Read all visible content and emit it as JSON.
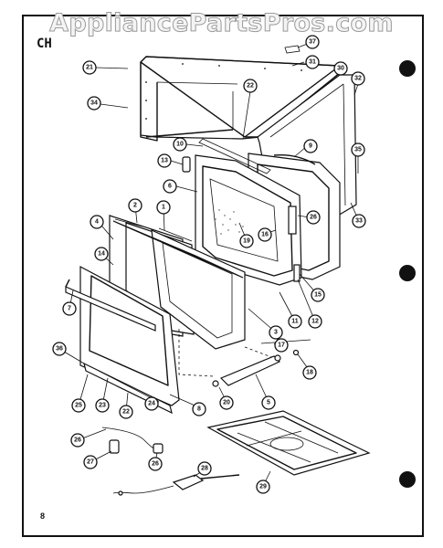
{
  "watermark": "AppliancePartsPros.com",
  "figure_tag": "CH",
  "page_number": "8",
  "callouts": {
    "c37": "37",
    "c21": "21",
    "c31": "31",
    "c30": "30",
    "c32": "32",
    "c34": "34",
    "c22": "22",
    "c35": "35",
    "c10": "10",
    "c9": "9",
    "c13": "13",
    "c6": "6",
    "c26a": "26",
    "c33": "33",
    "c2": "2",
    "c1": "1",
    "c4": "4",
    "c19": "19",
    "c16": "16",
    "c14": "14",
    "c15": "15",
    "c7": "7",
    "c11": "11",
    "c12": "12",
    "c3": "3",
    "c17": "17",
    "c36": "36",
    "c18": "18",
    "c25": "25",
    "c23": "23",
    "c22b": "22",
    "c24": "24",
    "c20": "20",
    "c5": "5",
    "c8": "8",
    "c26b": "26",
    "c27": "27",
    "c26c": "26",
    "c28": "28",
    "c29": "29"
  }
}
